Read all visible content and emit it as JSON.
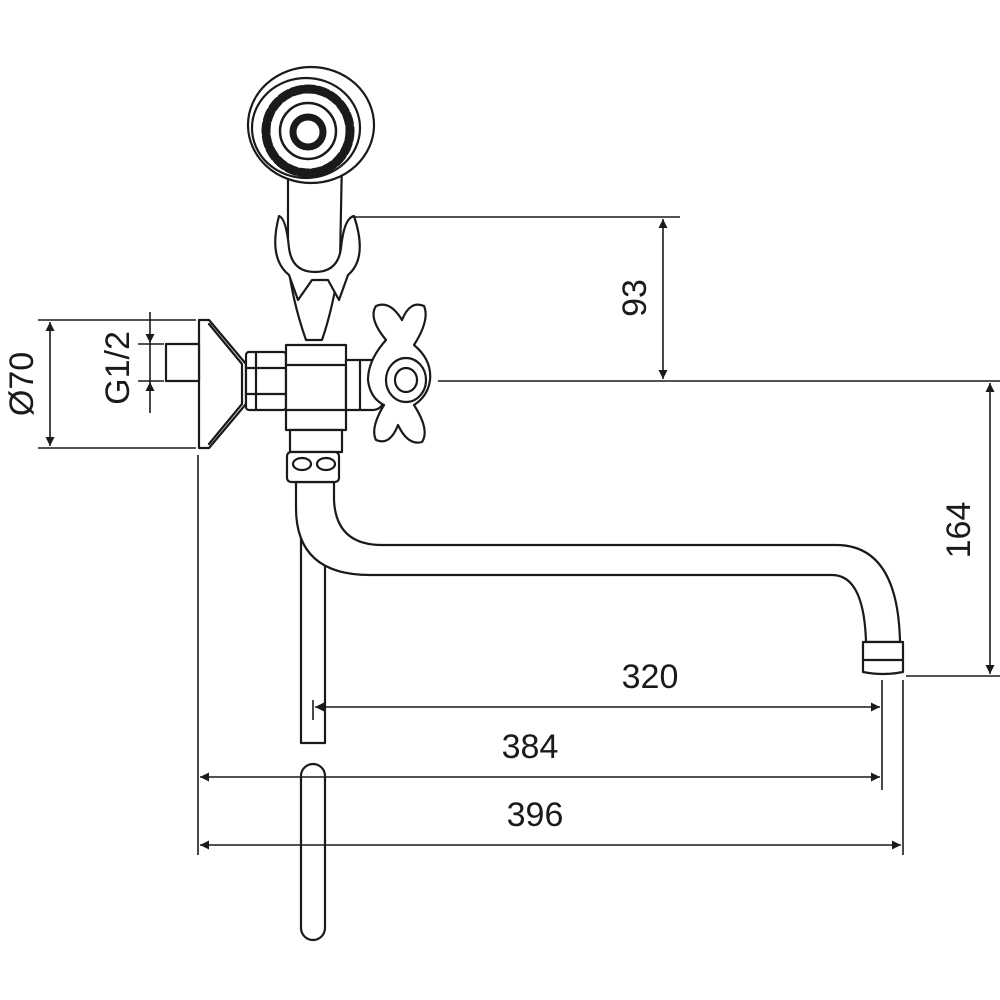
{
  "dimensions": {
    "d70": "Ø70",
    "g12": "G1/2",
    "h93": "93",
    "h164": "164",
    "w320": "320",
    "w384": "384",
    "w396": "396"
  },
  "colors": {
    "stroke": "#1a1a1a",
    "background": "#ffffff"
  }
}
